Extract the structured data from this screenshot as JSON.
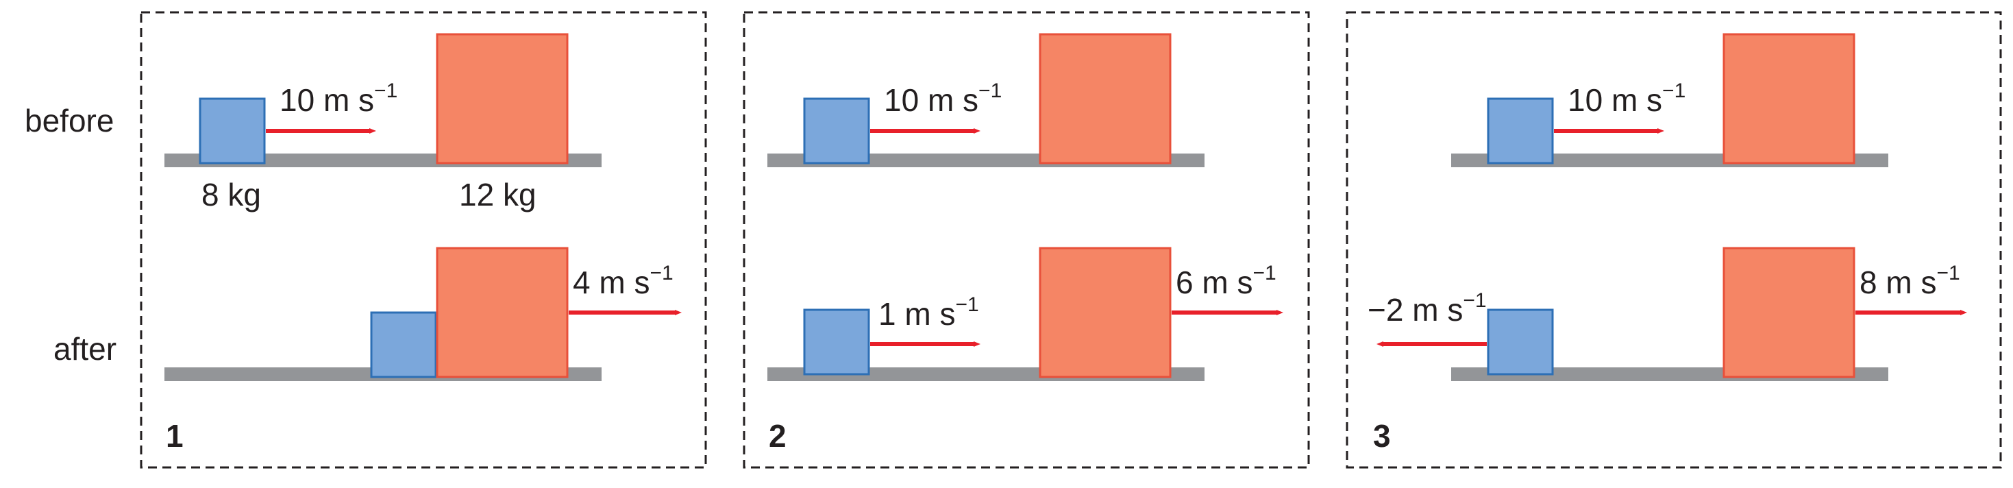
{
  "row_labels": {
    "before": "before",
    "after": "after"
  },
  "colors": {
    "small_block": "#7ba7db",
    "small_block_border": "#2d6fb5",
    "big_block": "#f58565",
    "big_block_border": "#e8503a",
    "arrow": "#e8202a",
    "surface": "#939598",
    "panel_border": "#231f20"
  },
  "mass_labels": {
    "small": "8 kg",
    "big": "12 kg"
  },
  "panels": [
    {
      "number": "1",
      "before": {
        "small_velocity": "10 m s",
        "small_velocity_exp": "−1"
      },
      "after": {
        "big_velocity": "4 m s",
        "big_velocity_exp": "−1"
      }
    },
    {
      "number": "2",
      "before": {
        "small_velocity": "10 m s",
        "small_velocity_exp": "−1"
      },
      "after": {
        "small_velocity": "1 m s",
        "small_velocity_exp": "−1",
        "big_velocity": "6 m s",
        "big_velocity_exp": "−1"
      }
    },
    {
      "number": "3",
      "before": {
        "small_velocity": "10 m s",
        "small_velocity_exp": "−1"
      },
      "after": {
        "small_velocity": "−2 m s",
        "small_velocity_exp": "−1",
        "big_velocity": "8 m s",
        "big_velocity_exp": "−1"
      }
    }
  ]
}
